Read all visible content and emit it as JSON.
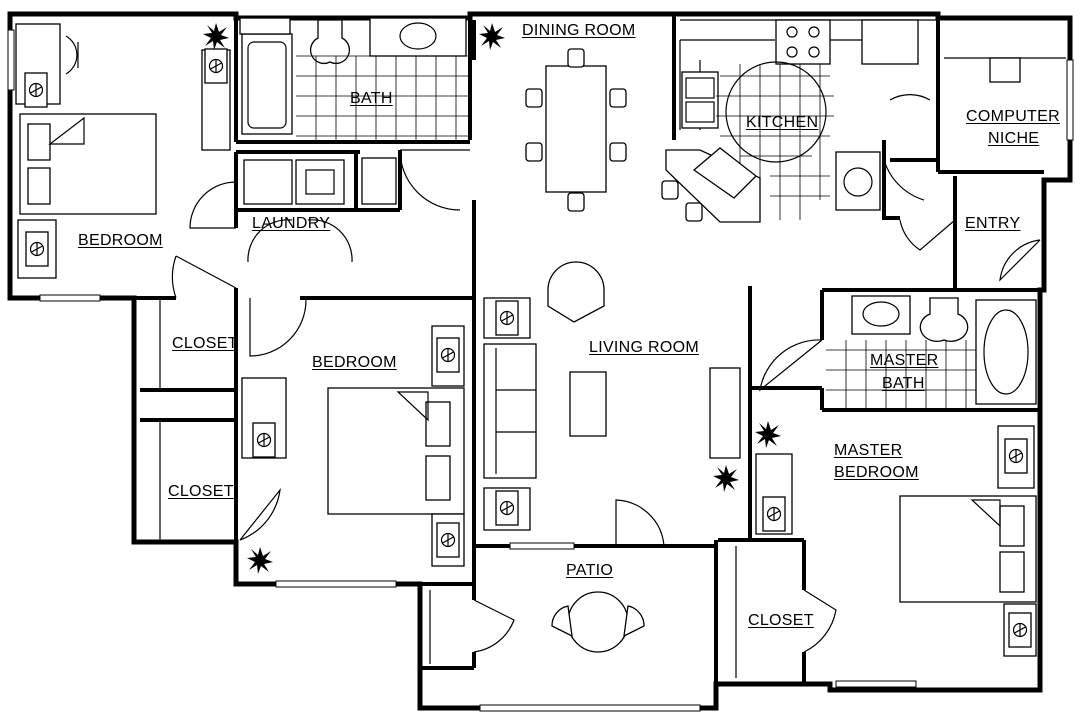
{
  "rooms": {
    "bedroom_left": "BEDROOM",
    "bath": "BATH",
    "dining_room": "DINING ROOM",
    "kitchen": "KITCHEN",
    "computer_niche_line1": "COMPUTER",
    "computer_niche_line2": "NICHE",
    "laundry": "LAUNDRY",
    "entry": "ENTRY",
    "closet_upper": "CLOSET",
    "closet_lower": "CLOSET",
    "bedroom_middle": "BEDROOM",
    "living_room": "LIVING ROOM",
    "master_bath_line1": "MASTER",
    "master_bath_line2": "BATH",
    "master_bedroom_line1": "MASTER",
    "master_bedroom_line2": "BEDROOM",
    "patio": "PATIO",
    "closet_master": "CLOSET"
  }
}
